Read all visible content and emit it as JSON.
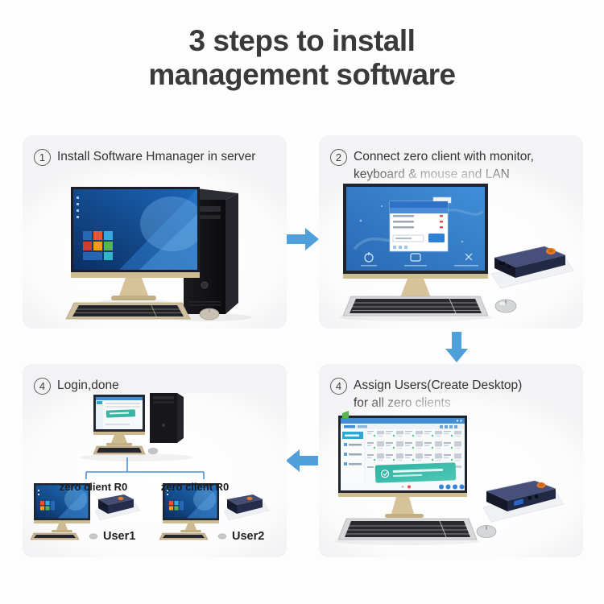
{
  "page": {
    "title": "3 steps to install\nmanagement software"
  },
  "panels": {
    "step1": {
      "number": "1",
      "label": "Install Software Hmanager in server"
    },
    "step2": {
      "number": "2",
      "label": "Connect zero client with monitor,\nkeyboard & mouse and LAN"
    },
    "step3": {
      "number": "4",
      "label": "Assign Users(Create Desktop)\nfor all zero clients"
    },
    "step4": {
      "number": "4",
      "label": "Login,done"
    }
  },
  "login_panel": {
    "clients": [
      {
        "label": "zero client R0",
        "user": "User1"
      },
      {
        "label": "zero client R0",
        "user": "User2"
      }
    ]
  },
  "icons": {
    "flow_right": "arrow-right-icon",
    "flow_down": "arrow-down-icon",
    "flow_left": "arrow-left-icon"
  },
  "colors": {
    "arrow_blue": "#4f9fdb",
    "connector_blue": "#4a90d9",
    "panel_bg": "#f3f3f5",
    "title_color": "#3a3a38",
    "accent_orange": "#e87a22",
    "windows_blue": "#1c66b8",
    "toast_teal": "#35b3a2"
  }
}
